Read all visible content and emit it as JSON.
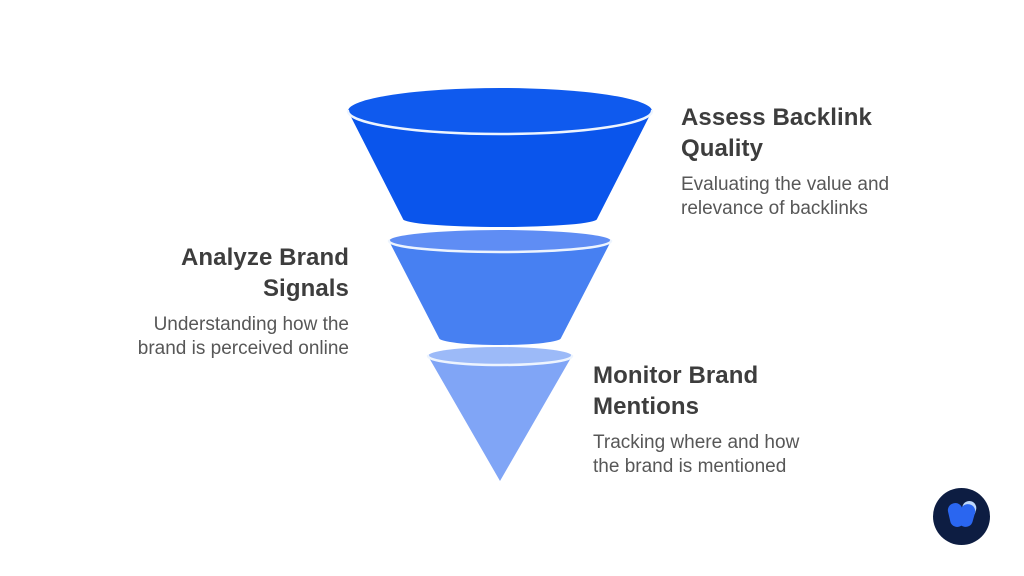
{
  "background_color": "#ffffff",
  "text_colors": {
    "title": "#3d3d3d",
    "description": "#575757"
  },
  "funnel": {
    "rim_color": "#edf4fe",
    "stages": [
      {
        "name": "assess-backlink-quality",
        "title_lines": [
          "Assess Backlink",
          "Quality"
        ],
        "desc_lines": [
          "Evaluating the value and",
          "relevance of backlinks"
        ],
        "ellipse_color": "#0f5aee",
        "body_color": "#0a55ec",
        "label_side": "right-top"
      },
      {
        "name": "analyze-brand-signals",
        "title_lines": [
          "Analyze Brand",
          "Signals"
        ],
        "desc_lines": [
          "Understanding how the",
          "brand is perceived online"
        ],
        "ellipse_color": "#5f8df4",
        "body_color": "#4780f2",
        "label_side": "left-middle"
      },
      {
        "name": "monitor-brand-mentions",
        "title_lines": [
          "Monitor Brand",
          "Mentions"
        ],
        "desc_lines": [
          "Tracking where and how",
          "the brand is mentioned"
        ],
        "ellipse_color": "#9cbaf8",
        "body_color": "#80a5f6",
        "label_side": "right-bottom"
      }
    ]
  },
  "logo": {
    "circle_color": "#0d1d42",
    "mark_color": "#2a66f0",
    "mark_accent_color": "#bfd9fb"
  }
}
